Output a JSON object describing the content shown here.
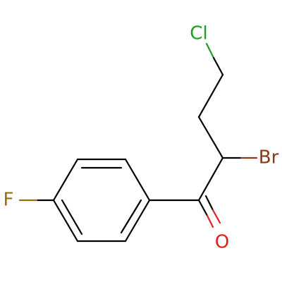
{
  "molecule": {
    "atoms": [
      {
        "id": "cl",
        "label": "Cl",
        "color": "#1f9e1f"
      },
      {
        "id": "br",
        "label": "Br",
        "color": "#8a3a1a"
      },
      {
        "id": "f",
        "label": "F",
        "color": "#9c6b12"
      },
      {
        "id": "o",
        "label": "O",
        "color": "#e0201a"
      }
    ],
    "colors": {
      "carbon_bond": "#000000"
    }
  }
}
